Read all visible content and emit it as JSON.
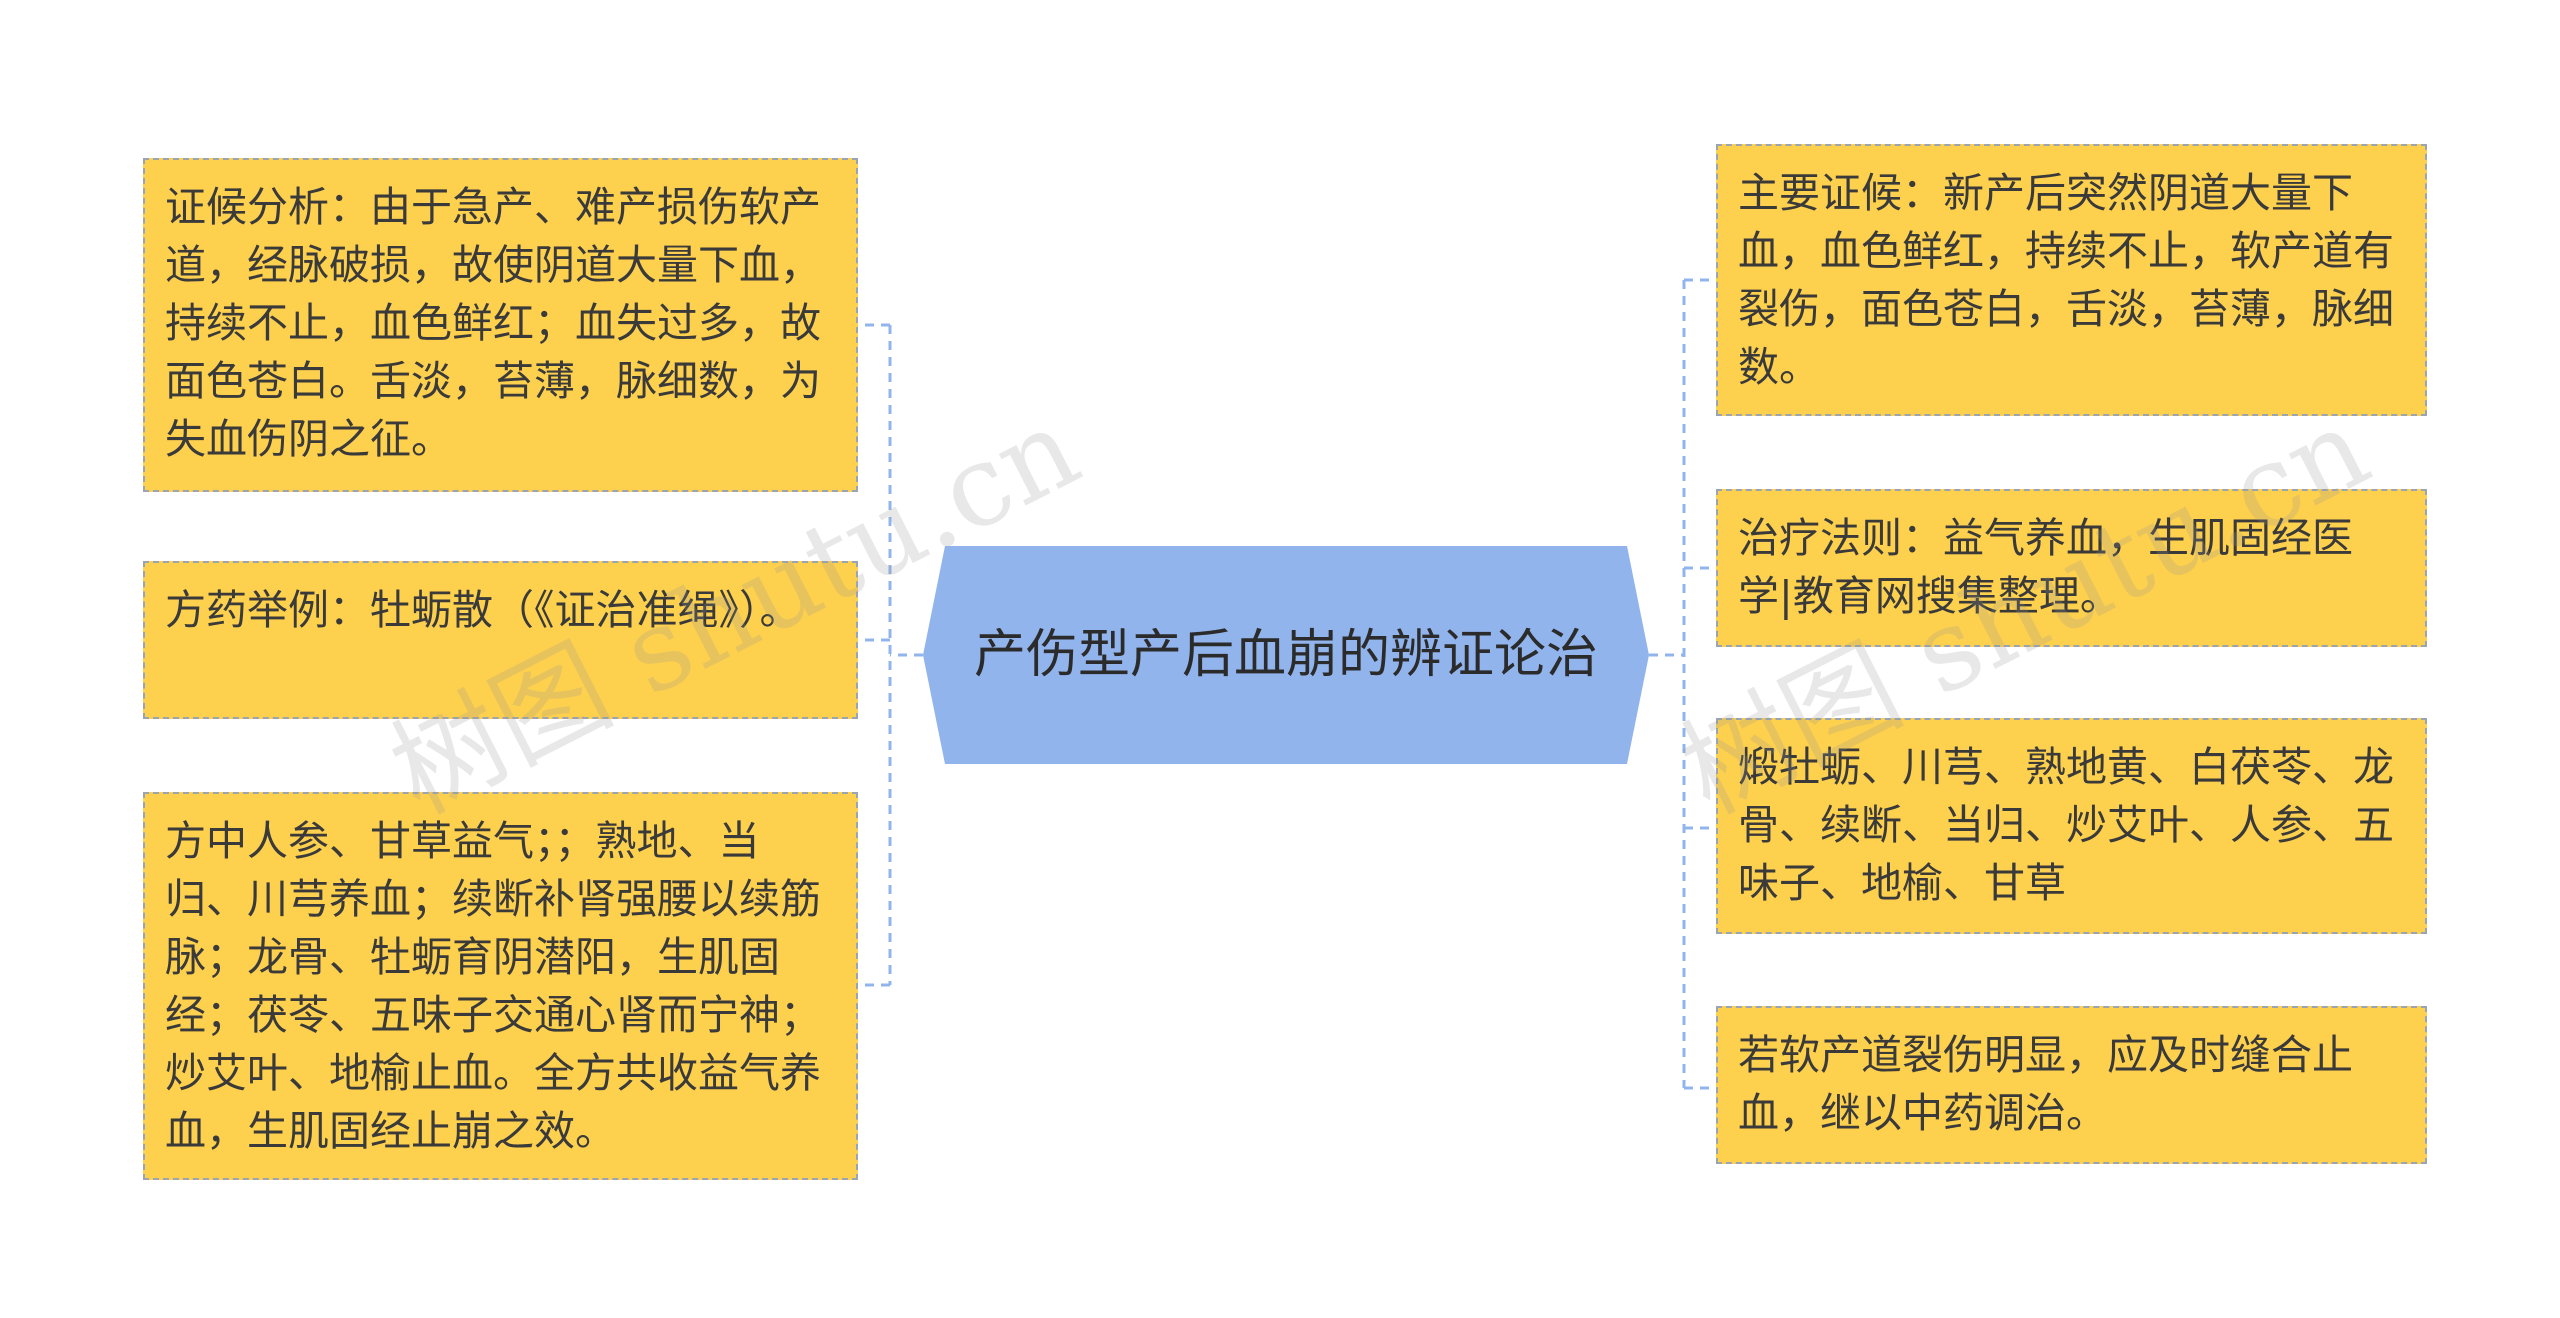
{
  "center": {
    "title": "产伤型产后血崩的辨证论治"
  },
  "left_nodes": [
    {
      "text": "证候分析：由于急产、难产损伤软产道，经脉破损，故使阴道大量下血，持续不止，血色鲜红；血失过多，故面色苍白。舌淡，苔薄，脉细数，为失血伤阴之征。"
    },
    {
      "text": "方药举例：牡蛎散（《证治准绳》）。"
    },
    {
      "text": "方中人参、甘草益气；；熟地、当归、川芎养血；续断补肾强腰以续筋脉；龙骨、牡蛎育阴潜阳，生肌固经；茯苓、五味子交通心肾而宁神；炒艾叶、地榆止血。全方共收益气养血，生肌固经止崩之效。"
    }
  ],
  "right_nodes": [
    {
      "text": "主要证候：新产后突然阴道大量下血，血色鲜红，持续不止，软产道有裂伤，面色苍白，舌淡，苔薄，脉细数。"
    },
    {
      "text": "治疗法则：益气养血，生肌固经医学|教育网搜集整理。"
    },
    {
      "text": "煅牡蛎、川芎、熟地黄、白茯苓、龙骨、续断、当归、炒艾叶、人参、五味子、地榆、甘草"
    },
    {
      "text": "若软产道裂伤明显，应及时缝合止血，继以中药调治。"
    }
  ],
  "watermarks": [
    "树图 shutu.cn",
    "树图 shutu.cn"
  ],
  "colors": {
    "node_fill": "#fdd04e",
    "node_border": "#9aa4b4",
    "center_fill": "#92b4ec",
    "connector": "#92b4ec"
  }
}
